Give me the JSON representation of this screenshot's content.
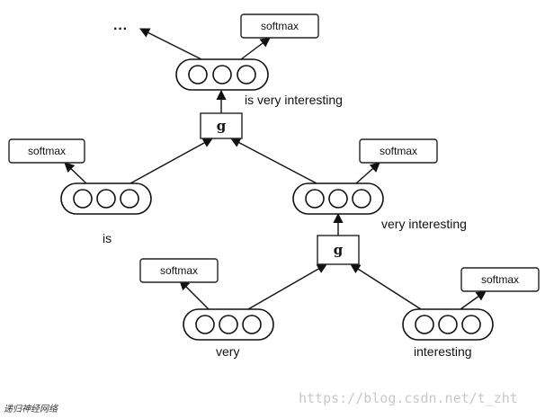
{
  "diagram": {
    "softmax_label": "softmax",
    "g_label": "g",
    "ellipsis": "···",
    "nodes": {
      "is_very_interesting": "is very interesting",
      "is": "is",
      "very_interesting": "very interesting",
      "very": "very",
      "interesting": "interesting"
    }
  },
  "caption": "递归神经网络",
  "watermark": "https://blog.csdn.net/t_zht"
}
